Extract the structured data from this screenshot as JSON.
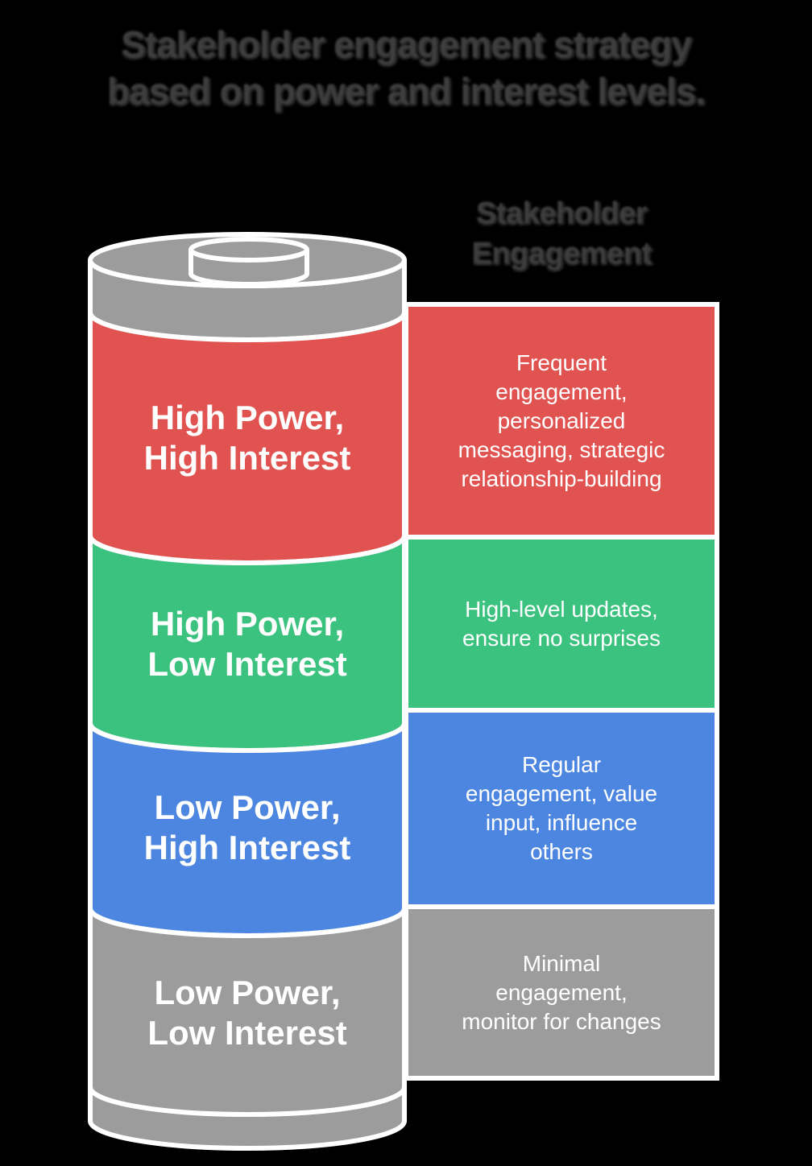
{
  "title": "Stakeholder engagement strategy\nbased on power and interest levels.",
  "column_header": "Stakeholder\nEngagement",
  "colors": {
    "background": "#000000",
    "casing_gray": "#9C9C9C",
    "outline_white": "#FFFFFF",
    "heading_gray": "#3E3E3E",
    "label_text": "#FFFFFF"
  },
  "battery": {
    "segments": [
      {
        "label": "High Power,\nHigh Interest",
        "color": "#E05350",
        "strategy": "Frequent\nengagement,\npersonalized\nmessaging, strategic\nrelationship-building"
      },
      {
        "label": "High Power,\nLow Interest",
        "color": "#3CC27F",
        "strategy": "High-level updates,\nensure no surprises"
      },
      {
        "label": "Low Power,\nHigh Interest",
        "color": "#4C86E0",
        "strategy": "Regular\nengagement, value\ninput, influence\nothers"
      },
      {
        "label": "Low Power,\nLow Interest",
        "color": "#9C9C9C",
        "strategy": "Minimal\nengagement,\nmonitor for changes"
      }
    ]
  }
}
